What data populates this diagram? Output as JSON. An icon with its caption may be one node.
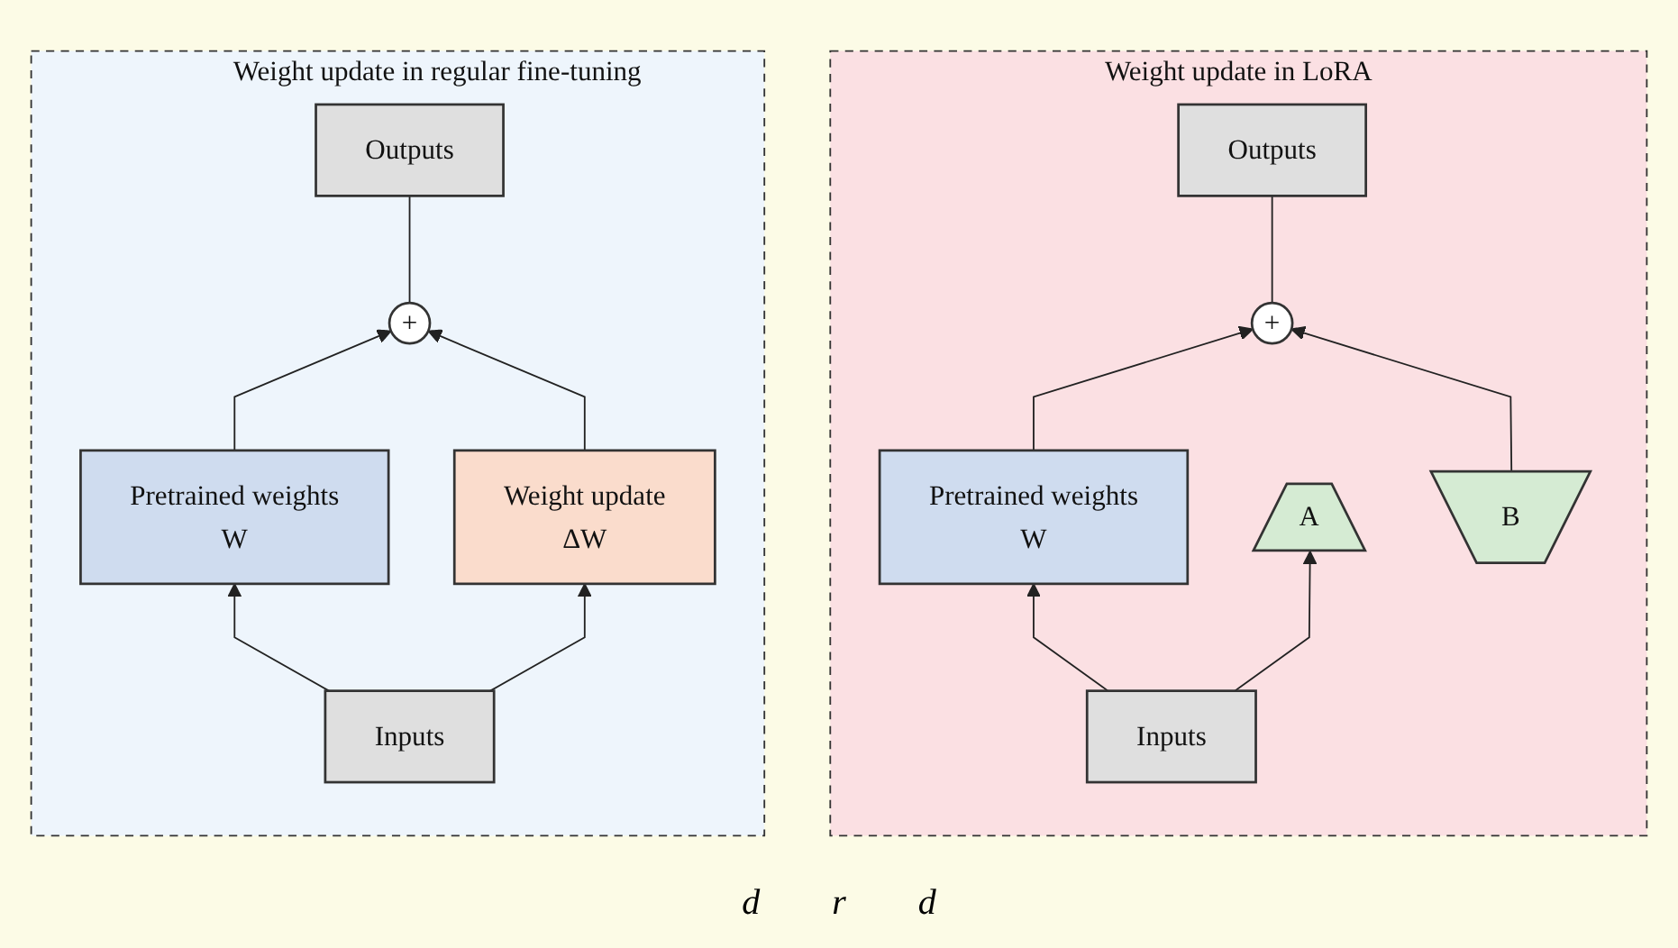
{
  "diagram": {
    "nodes": [
      {
        "text": [
          "Weight update in regular fine-tuning"
        ]
      },
      {
        "text": [
          "Outputs"
        ],
        "in": 0
      },
      {
        "text": [
          "+"
        ],
        "in": 0
      },
      {
        "text": [
          "Pretrained weights",
          "W"
        ],
        "in": 0
      },
      {
        "text": [
          "Weight update",
          "ΔW"
        ],
        "in": 0
      },
      {
        "text": [
          "Inputs"
        ],
        "in": 0
      },
      {
        "text": [
          "Weight update in LoRA"
        ]
      },
      {
        "text": [
          "Outputs"
        ],
        "in": 6
      },
      {
        "text": [
          "+"
        ],
        "in": 6
      },
      {
        "text": [
          "Pretrained weights",
          "W"
        ],
        "in": 6
      },
      {
        "text": [
          "B"
        ],
        "in": 6
      },
      {
        "text": [
          "A"
        ],
        "in": 6
      },
      {
        "text": [
          "Inputs"
        ],
        "in": 6
      }
    ],
    "edges": [
      {
        "from": 5,
        "to": 3,
        "arrow": "to"
      },
      {
        "from": 5,
        "to": 4,
        "arrow": "to"
      },
      {
        "from": 3,
        "to": 2,
        "arrow": "to"
      },
      {
        "from": 4,
        "to": 2,
        "arrow": "to"
      },
      {
        "from": 2,
        "to": 1,
        "arrow": "none"
      },
      {
        "from": 12,
        "to": 9,
        "arrow": "to"
      },
      {
        "from": 12,
        "to": 11,
        "arrow": "to"
      },
      {
        "from": 9,
        "to": 8,
        "arrow": "to"
      },
      {
        "from": 10,
        "to": 8,
        "arrow": "to"
      },
      {
        "from": 8,
        "to": 7,
        "arrow": "none"
      }
    ],
    "labels": [
      "d",
      "r",
      "d"
    ]
  }
}
